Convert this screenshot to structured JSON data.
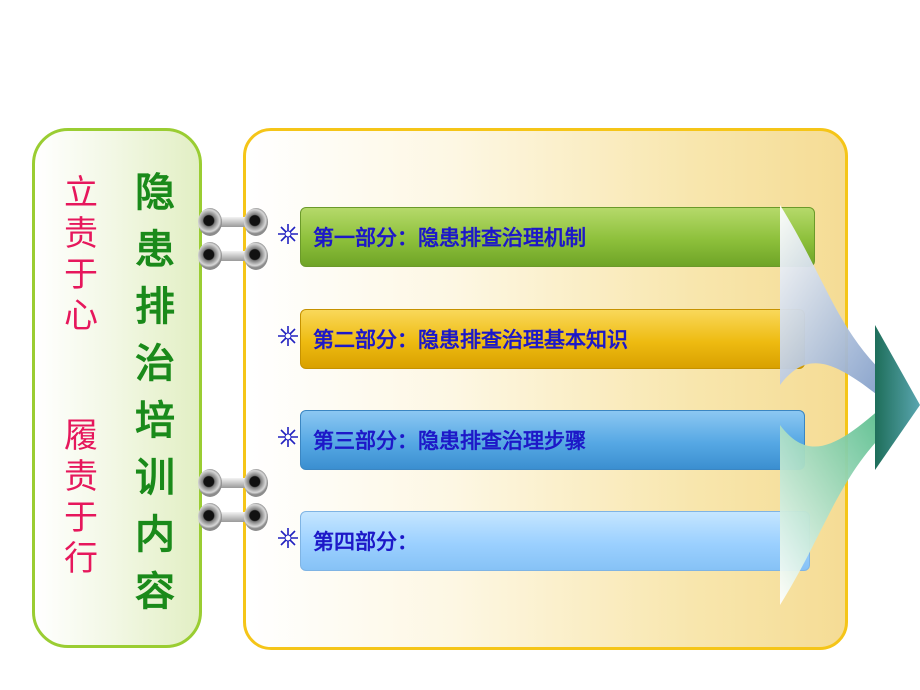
{
  "left_panel": {
    "motto_line1": [
      "立",
      "责",
      "于",
      "心"
    ],
    "motto_line2": [
      "履",
      "责",
      "于",
      "行"
    ],
    "title_chars": [
      "隐",
      "患",
      "排",
      "治",
      "培",
      "训",
      "内",
      "容"
    ]
  },
  "sections": [
    {
      "label": "第一部分：隐患排查治理机制",
      "color": "#8dc03b"
    },
    {
      "label": "第二部分：隐患排查治理基本知识",
      "color": "#eebb11"
    },
    {
      "label": "第三部分：隐患排查治理步骤",
      "color": "#56a8e4"
    },
    {
      "label": "第四部分：",
      "color": "#9bd0ff"
    }
  ],
  "icons": {
    "bullet": "star-burst-icon",
    "connector": "binder-ring-icon",
    "decoration": "arrow-icon"
  }
}
